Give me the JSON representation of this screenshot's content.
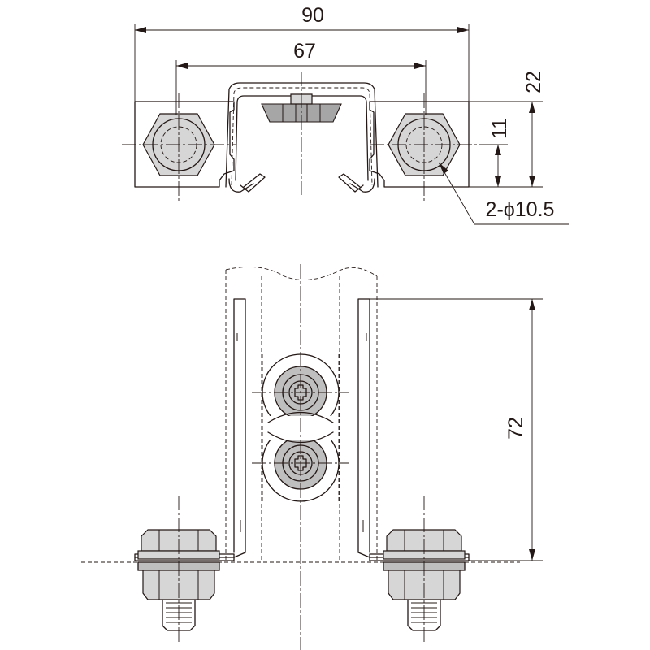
{
  "dimensions": {
    "overall_width": "90",
    "channel_width": "67",
    "overall_height": "22",
    "hole_height": "11",
    "holes": "2-ϕ10.5",
    "post_height": "72"
  }
}
